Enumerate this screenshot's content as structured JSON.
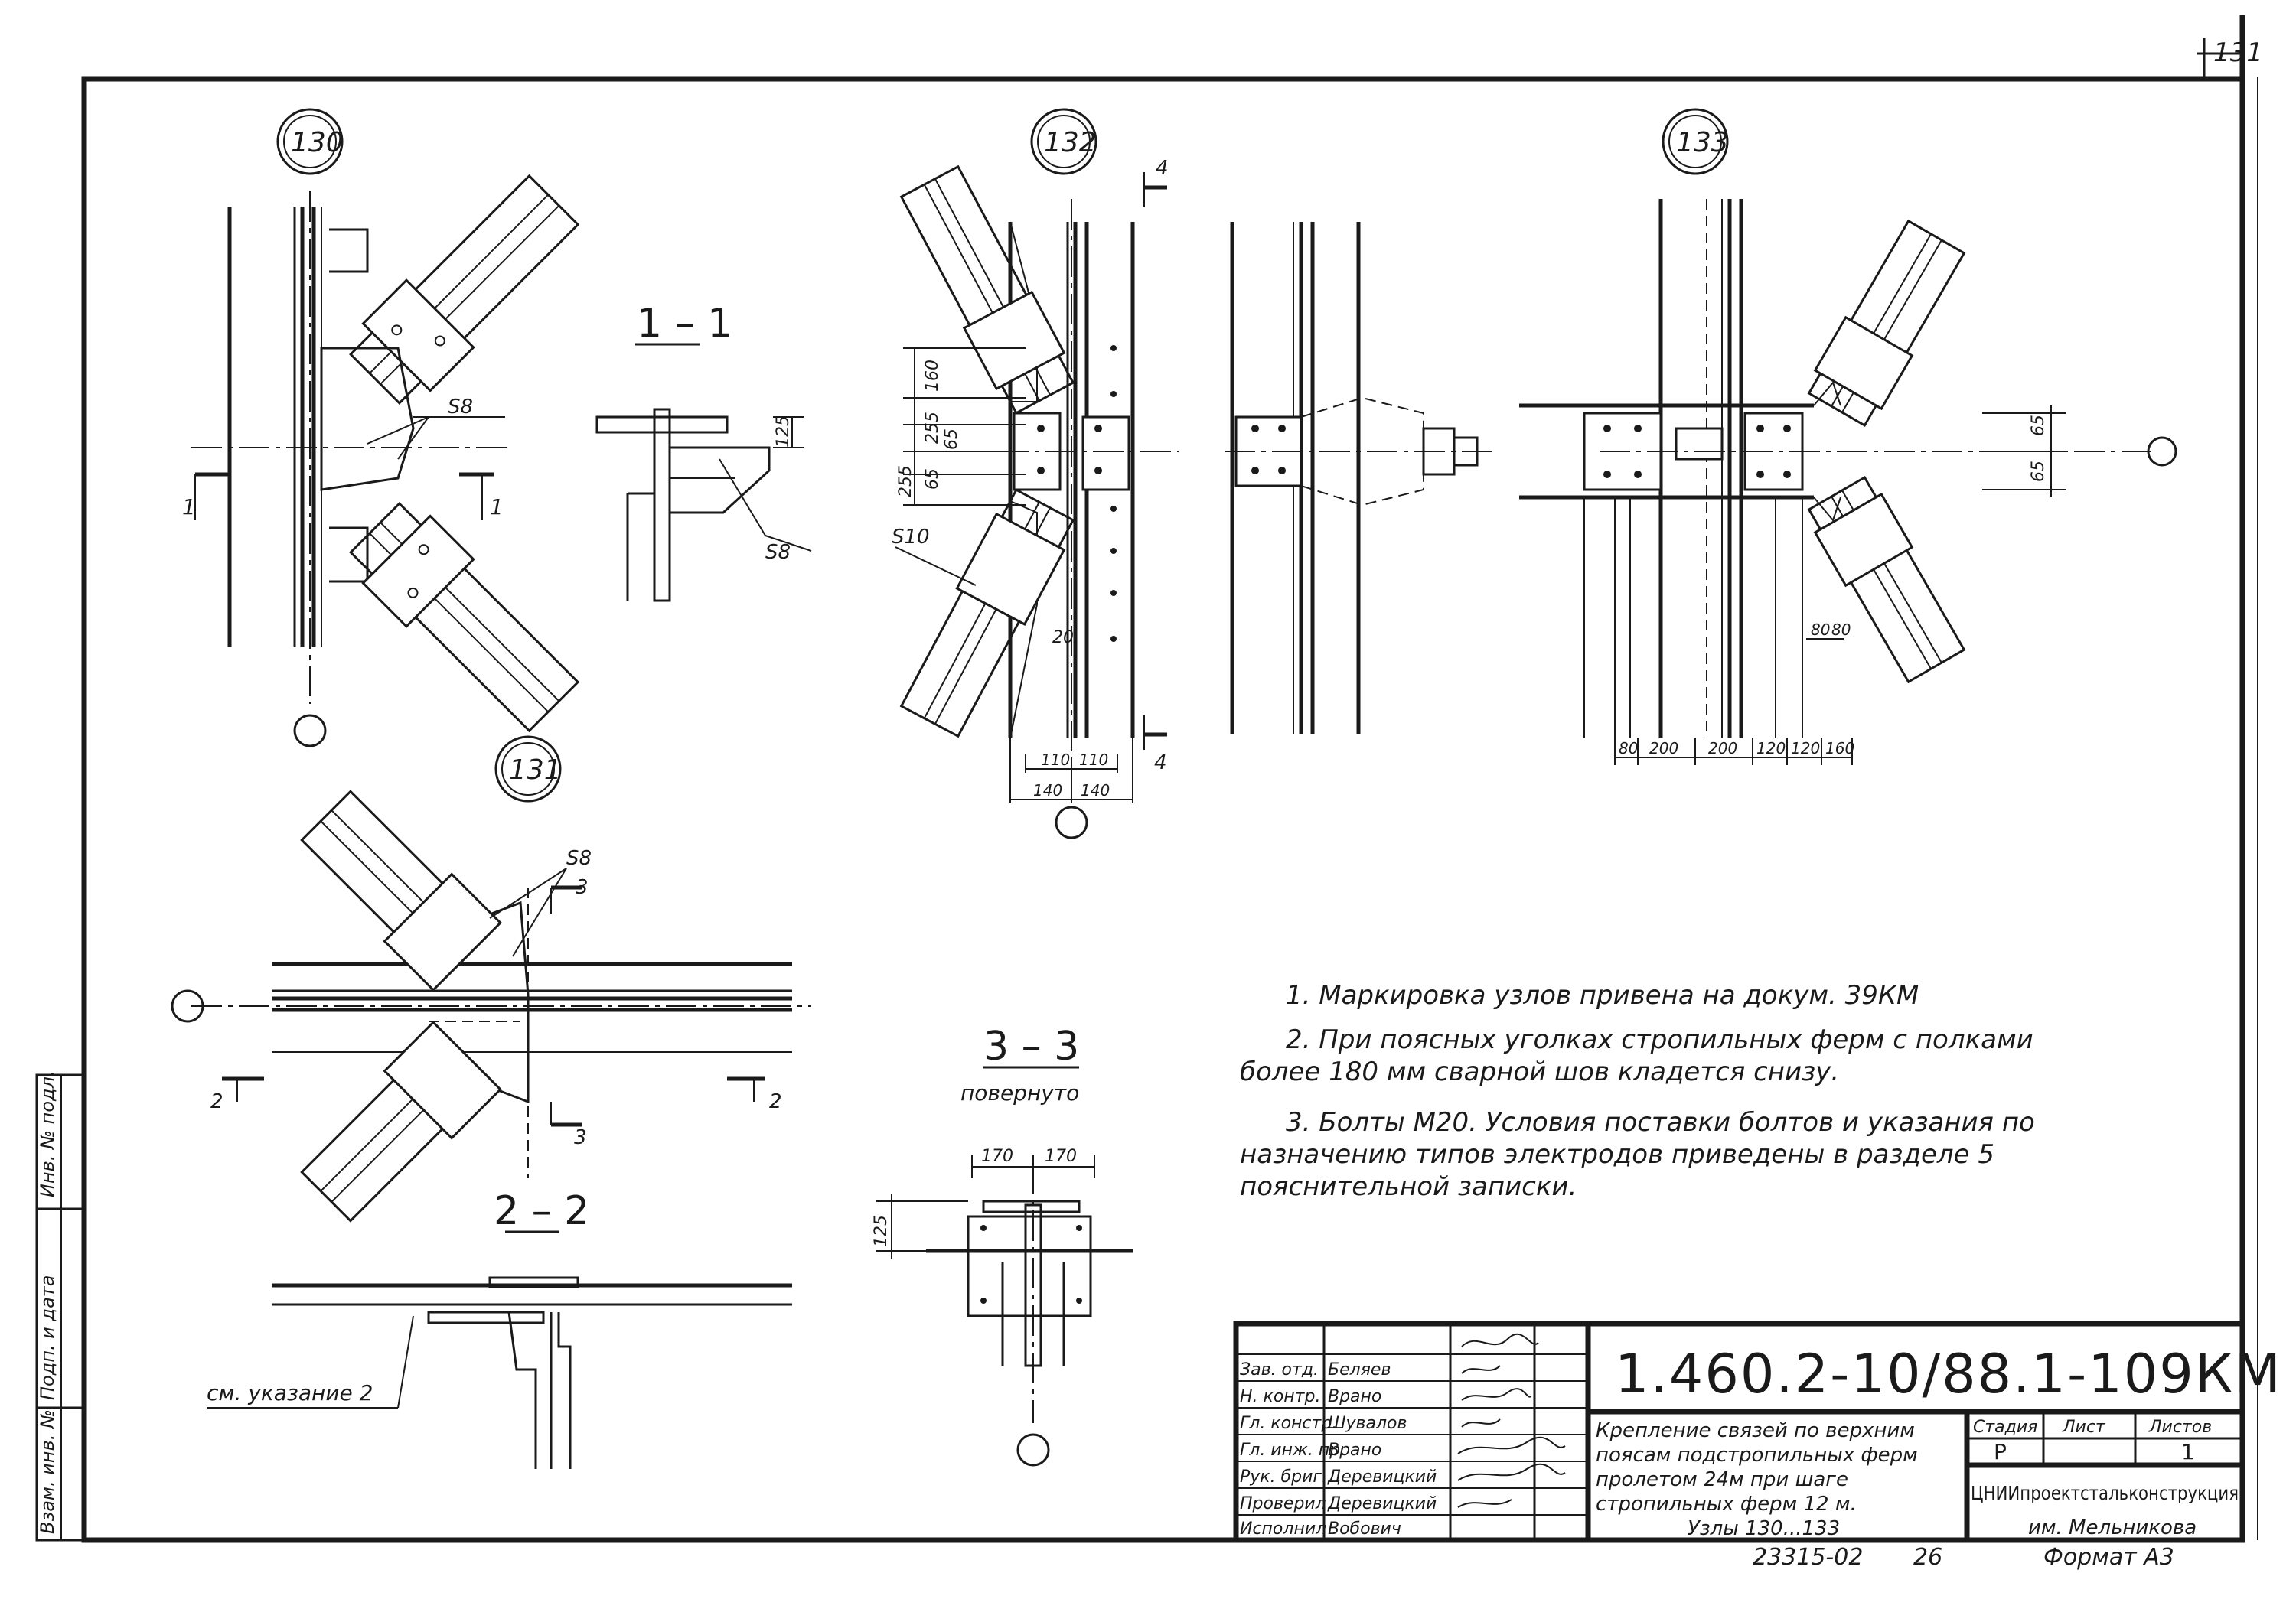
{
  "sheet_number": "131",
  "node_markers": {
    "n130": "130",
    "n131": "131",
    "n132": "132",
    "n133": "133"
  },
  "sections": {
    "s11": "1 – 1",
    "s22": "2 – 2",
    "s33": "3 – 3",
    "s33_note": "повернуто"
  },
  "cut_marks": {
    "one": "1",
    "two": "2",
    "three": "3",
    "four": "4"
  },
  "weld_labels": {
    "s8": "S8",
    "s10": "S10"
  },
  "dimensions": {
    "d125": "125",
    "d160": "160",
    "d255": "255",
    "d65": "65",
    "d20": "20",
    "d110": "110",
    "d140": "140",
    "d80": "80",
    "d200": "200",
    "d120": "120",
    "d170": "170"
  },
  "callout_note": "см. указание 2",
  "notes": [
    "1. Маркировка узлов привена на докум. 39КМ",
    "2. При поясных уголках стропильных ферм с полками",
    "более   180 мм   сварной шов кладется снизу.",
    "3. Болты М20. Условия поставки болтов и указания по",
    "назначению типов электродов   приведены в разделе 5",
    "пояснительной записки."
  ],
  "title_block": {
    "doc_code": "1.460.2-10/88.1-109КМ",
    "title_lines": [
      "Крепление связей по верхним",
      "поясам подстропильных   ферм",
      "пролетом 24м  при шаге",
      "стропильных ферм  12 м.",
      "Узлы 130...133"
    ],
    "roles": [
      {
        "role": "Зав. отд.",
        "name": "Беляев"
      },
      {
        "role": "Н. контр.",
        "name": "Врано"
      },
      {
        "role": "Гл. констр.",
        "name": "Шувалов"
      },
      {
        "role": "Гл. инж. пр.",
        "name": "Врано"
      },
      {
        "role": "Рук. бриг.",
        "name": "Деревицкий"
      },
      {
        "role": "Проверил",
        "name": "Деревицкий"
      },
      {
        "role": "Исполнил",
        "name": "Вобович"
      }
    ],
    "stage_label": "Стадия",
    "sheet_label": "Лист",
    "sheets_label": "Листов",
    "stage_value": "Р",
    "sheets_value": "1",
    "organization": "ЦНИИпроектстальконструкция",
    "organization_sub": "им. Мельникова",
    "format": "Формат А3",
    "archive_number": "23315-02",
    "archive_page": "26"
  },
  "left_margin_labels": [
    "Инв. № подл.",
    "Подп. и дата",
    "Взам. инв. №"
  ]
}
